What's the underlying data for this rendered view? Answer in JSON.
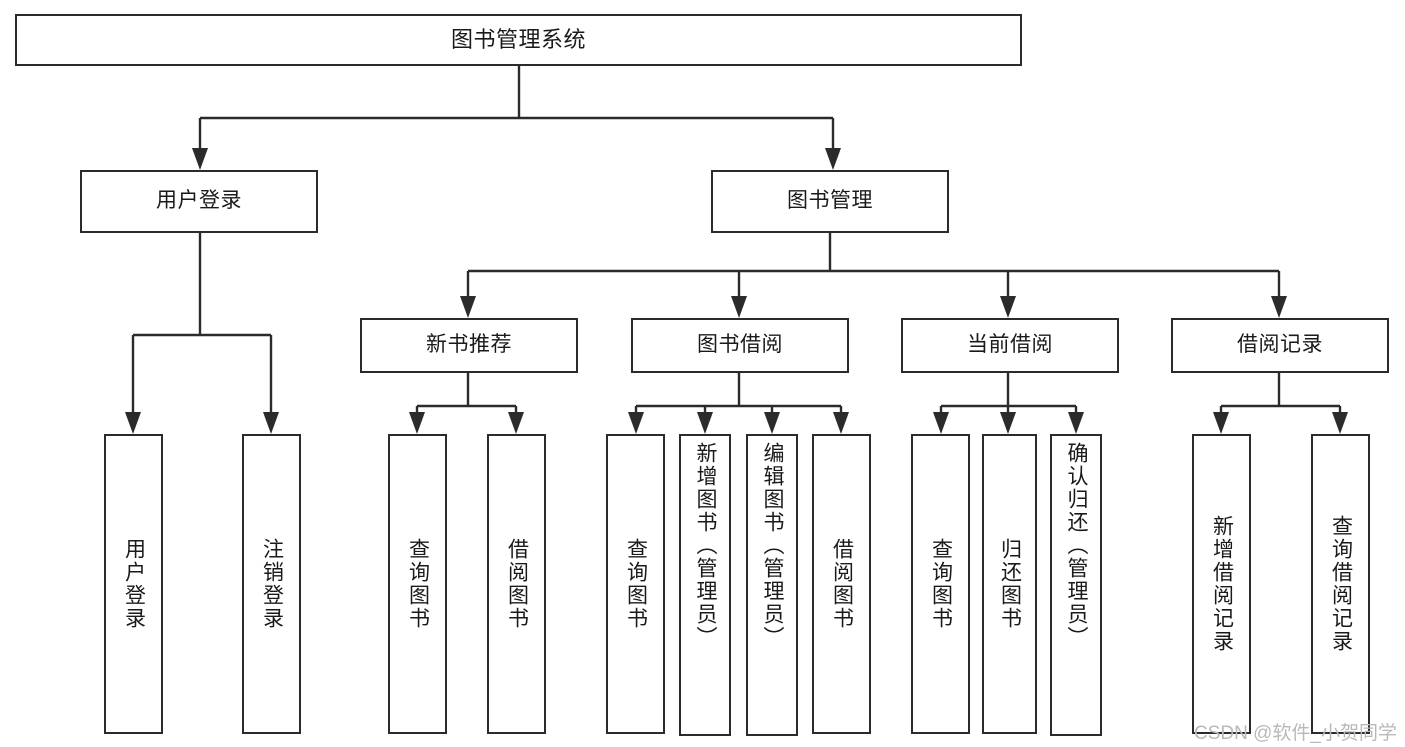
{
  "diagram": {
    "title": "图书管理系统",
    "type": "tree",
    "orientation": "top-down",
    "colors": {
      "box_border": "#2b2b2b",
      "box_fill": "#ffffff",
      "connector": "#2b2b2b",
      "text": "#1a1a1a",
      "watermark": "#b9b9b9",
      "background": "#ffffff"
    },
    "watermark": "CSDN @软件_小贺同学",
    "nodes": {
      "root": {
        "label": "图书管理系统",
        "level": 0
      },
      "level1": [
        {
          "id": "user-login",
          "label": "用户登录"
        },
        {
          "id": "book-manage",
          "label": "图书管理"
        }
      ],
      "level2": [
        {
          "id": "new-book-recommend",
          "label": "新书推荐",
          "parent": "book-manage"
        },
        {
          "id": "book-borrow",
          "label": "图书借阅",
          "parent": "book-manage"
        },
        {
          "id": "current-borrow",
          "label": "当前借阅",
          "parent": "book-manage"
        },
        {
          "id": "borrow-record",
          "label": "借阅记录",
          "parent": "book-manage"
        }
      ],
      "leaves": [
        {
          "id": "leaf-user-login",
          "label": "用户登录",
          "parent": "user-login"
        },
        {
          "id": "leaf-user-logout",
          "label": "注销登录",
          "parent": "user-login"
        },
        {
          "id": "leaf-query-book-1",
          "label": "查询图书",
          "parent": "new-book-recommend"
        },
        {
          "id": "leaf-borrow-book-1",
          "label": "借阅图书",
          "parent": "new-book-recommend"
        },
        {
          "id": "leaf-query-book-2",
          "label": "查询图书",
          "parent": "book-borrow"
        },
        {
          "id": "leaf-add-book",
          "label": "新增图书（管理员）",
          "parent": "book-borrow"
        },
        {
          "id": "leaf-edit-book",
          "label": "编辑图书（管理员）",
          "parent": "book-borrow"
        },
        {
          "id": "leaf-borrow-book-2",
          "label": "借阅图书",
          "parent": "book-borrow"
        },
        {
          "id": "leaf-query-book-3",
          "label": "查询图书",
          "parent": "current-borrow"
        },
        {
          "id": "leaf-return-book",
          "label": "归还图书",
          "parent": "current-borrow"
        },
        {
          "id": "leaf-confirm-return",
          "label": "确认归还（管理员）",
          "parent": "current-borrow"
        },
        {
          "id": "leaf-add-record",
          "label": "新增借阅记录",
          "parent": "borrow-record"
        },
        {
          "id": "leaf-query-record",
          "label": "查询借阅记录",
          "parent": "borrow-record"
        }
      ]
    }
  }
}
